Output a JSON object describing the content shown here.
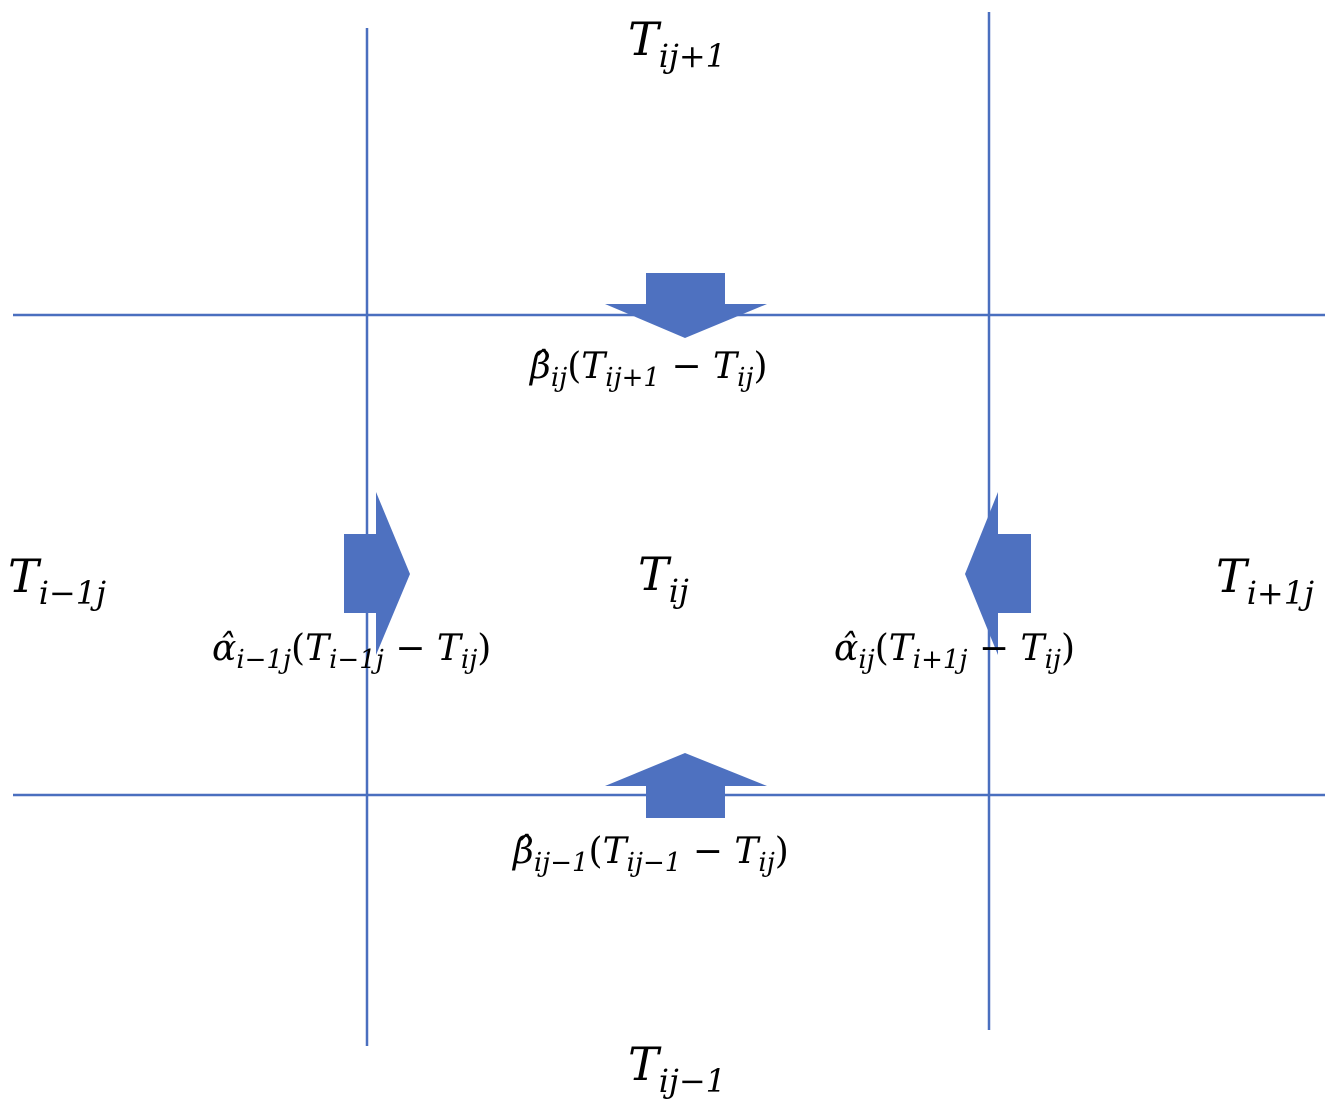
{
  "colors": {
    "grid": "#4a6fbf",
    "arrow": "#4e71c0",
    "text": "#000000"
  },
  "cells": {
    "center": {
      "base": "T",
      "sub": "ij"
    },
    "top": {
      "base": "T",
      "sub": "ij+1"
    },
    "bottom": {
      "base": "T",
      "sub": "ij−1"
    },
    "left": {
      "base": "T",
      "sub": "i−1j"
    },
    "right": {
      "base": "T",
      "sub": "i+1j"
    }
  },
  "fluxes": {
    "top": {
      "coef": "β̂",
      "coef_sub": "ij",
      "open": "(",
      "t1": "T",
      "t1_sub": "ij+1",
      "op": " − ",
      "t2": "T",
      "t2_sub": "ij",
      "close": ")"
    },
    "bottom": {
      "coef": "β̂",
      "coef_sub": "ij−1",
      "open": "(",
      "t1": "T",
      "t1_sub": "ij−1",
      "op": " − ",
      "t2": "T",
      "t2_sub": "ij",
      "close": ")"
    },
    "left": {
      "coef": "α̂",
      "coef_sub": "i−1j",
      "open": "(",
      "t1": "T",
      "t1_sub": "i−1j",
      "op": " − ",
      "t2": "T",
      "t2_sub": "ij",
      "close": ")"
    },
    "right": {
      "coef": "α̂",
      "coef_sub": "ij",
      "open": "(",
      "t1": "T",
      "t1_sub": "i+1j",
      "op": " − ",
      "t2": "T",
      "t2_sub": "ij",
      "close": ")"
    }
  }
}
